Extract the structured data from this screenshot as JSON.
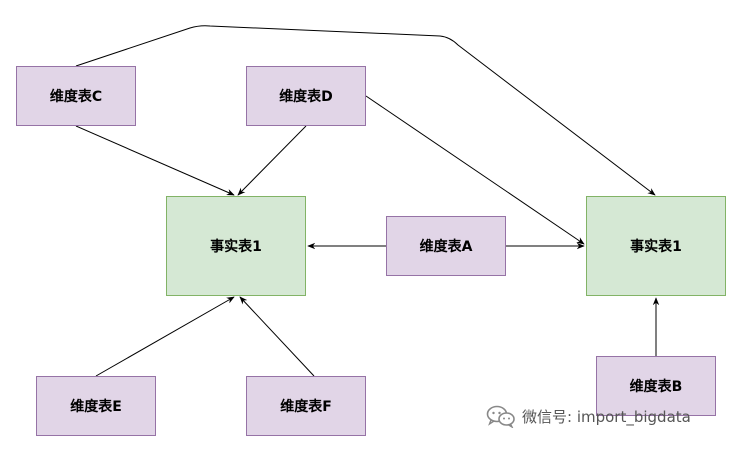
{
  "nodes": {
    "dim_c": "维度表C",
    "dim_d": "维度表D",
    "dim_a": "维度表A",
    "dim_e": "维度表E",
    "dim_f": "维度表F",
    "dim_b": "维度表B",
    "fact_left": "事实表1",
    "fact_right": "事实表1"
  },
  "edges": [
    {
      "from": "维度表C",
      "to": "事实表1 (left)"
    },
    {
      "from": "维度表D",
      "to": "事实表1 (left)"
    },
    {
      "from": "维度表A",
      "to": "事实表1 (left)"
    },
    {
      "from": "维度表E",
      "to": "事实表1 (left)"
    },
    {
      "from": "维度表F",
      "to": "事实表1 (left)"
    },
    {
      "from": "维度表C",
      "to": "事实表1 (right)"
    },
    {
      "from": "维度表D",
      "to": "事实表1 (right)"
    },
    {
      "from": "维度表A",
      "to": "事实表1 (right)"
    },
    {
      "from": "维度表B",
      "to": "事实表1 (right)"
    }
  ],
  "colors": {
    "dimension_fill": "#e1d5e7",
    "dimension_border": "#9673a6",
    "fact_fill": "#d5e8d4",
    "fact_border": "#82b366",
    "edge": "#000000"
  },
  "watermark": {
    "text": "微信号: import_bigdata",
    "icon": "wechat-icon"
  }
}
